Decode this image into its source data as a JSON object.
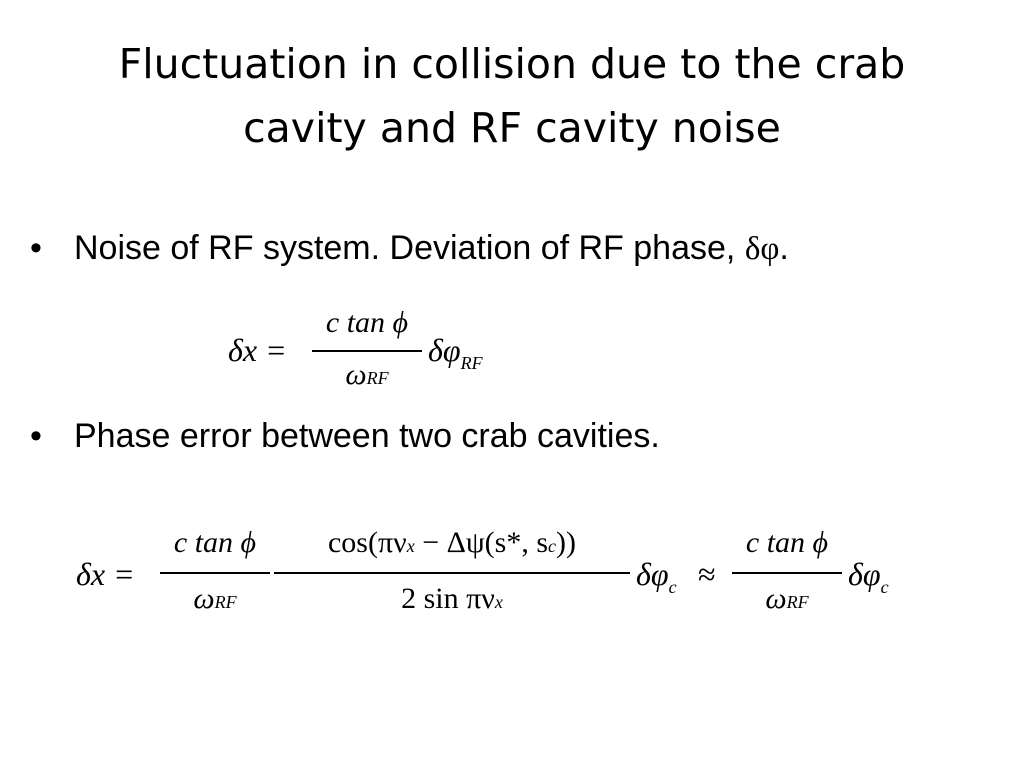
{
  "slide": {
    "title_line1": "Fluctuation in collision due to the crab",
    "title_line2": "cavity and RF cavity noise"
  },
  "bullets": [
    {
      "text": "Noise of RF system. Deviation of RF phase, ",
      "symbol": "δφ",
      "tail": "."
    },
    {
      "text": "Phase error between two crab cavities."
    }
  ],
  "equation1": {
    "lhs": "δx =",
    "num": "c tan ϕ",
    "den": "ω",
    "den_sub": "RF",
    "tail": "δφ",
    "tail_sub": "RF"
  },
  "equation2": {
    "lhs": "δx =",
    "f1_num": "c tan ϕ",
    "f1_den": "ω",
    "f1_den_sub": "RF",
    "f2_num_a": "cos(πν",
    "f2_num_a_sub": "x",
    "f2_num_b": " − Δψ(s*, s",
    "f2_num_b_sub": "c",
    "f2_num_c": "))",
    "f2_den": "2 sin πν",
    "f2_den_sub": "x",
    "mid": "δφ",
    "mid_sub": "c",
    "approx": "≈",
    "f3_num": "c tan ϕ",
    "f3_den": "ω",
    "f3_den_sub": "RF",
    "tail": "δφ",
    "tail_sub": "c"
  }
}
